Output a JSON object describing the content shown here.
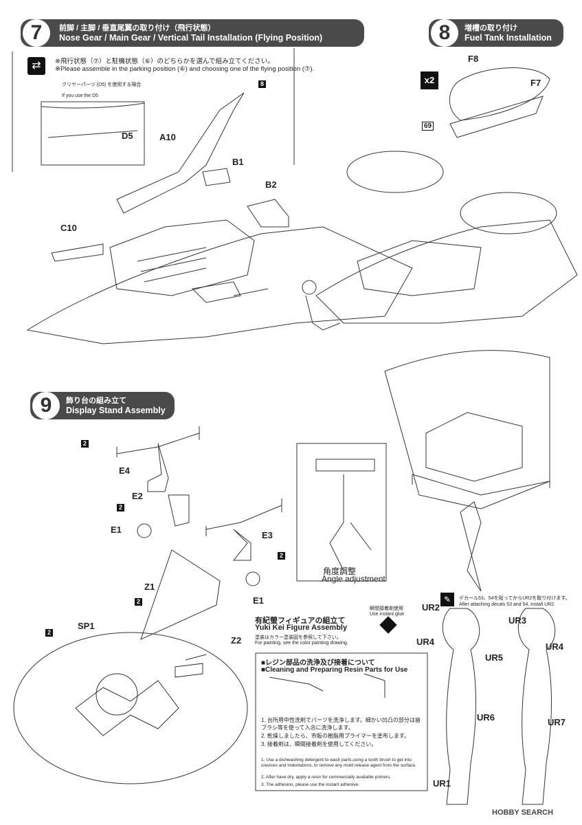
{
  "step7": {
    "number": "7",
    "title_jp": "前脚 / 主脚 / 垂直尾翼の取り付け（飛行状態）",
    "title_en": "Nose Gear / Main Gear / Vertical Tail Installation (Flying Position)",
    "note_jp": "※飛行状態（⑦）と駐機状態（⑥）のどちらかを選んで組み立てください。",
    "note_en": "※Please assemble in the parking position (⑥) and choosing one of the flying position (⑦).",
    "clear_note_jp": "クリヤーパーツ (D5) を使用する場合",
    "clear_note_en": "If you use the D5",
    "parts": {
      "d5": "D5",
      "a10": "A10",
      "b1": "B1",
      "b2": "B2",
      "c10": "C10",
      "decal8": "8"
    }
  },
  "step8": {
    "number": "8",
    "title_jp": "増槽の取り付け",
    "title_en": "Fuel Tank Installation",
    "multiplier": "x2",
    "parts": {
      "f8": "F8",
      "f7": "F7",
      "p69": "69"
    }
  },
  "step9": {
    "number": "9",
    "title_jp": "飾り台の組み立て",
    "title_en": "Display Stand Assembly",
    "parts": {
      "e4": "E4",
      "e2": "E2",
      "e1a": "E1",
      "e3": "E3",
      "e1b": "E1",
      "z1": "Z1",
      "sp1": "SP1",
      "z2": "Z2",
      "two": "2"
    },
    "angle_jp": "角度調整",
    "angle_en": "Angle adjustment"
  },
  "figure": {
    "title_jp": "有紀螢フィギュアの組立て",
    "title_en": "Yuki Kei Figure Assembly",
    "paint_jp": "塗装はカラー塗装図を参照して下さい。",
    "paint_en": "For painting, see the color painting drawing.",
    "glue_jp": "瞬間接着剤使用",
    "glue_en": "Use instant glue",
    "decal_jp": "デカール53、54を貼ってからUR2を取り付けます。",
    "decal_en": "After attaching decals 53 and 54, install UR2.",
    "parts": {
      "ur2": "UR2",
      "ur3": "UR3",
      "ur4a": "UR4",
      "ur4b": "UR4",
      "ur5": "UR5",
      "ur6": "UR6",
      "ur7": "UR7",
      "ur1": "UR1"
    }
  },
  "resin": {
    "title_jp": "■レジン部品の洗浄及び接着について",
    "title_en": "■Cleaning and Preparing Resin Parts for Use",
    "jp1": "1. 台所用中性洗剤でパーツを洗浄します。細かい凹凸の部分は歯ブラシ等を使って入念に洗浄します。",
    "jp2": "2. 乾燥しましたら、市販の樹脂用プライマーを塗布します。",
    "jp3": "3. 接着剤は、瞬間接着剤を使用してください。",
    "en1": "1. Use a dishwashing detergent to wash parts,using a tooth brush to get into crevices and indentations, to remove any mold release agent from the surface.",
    "en2": "2. After have dry, apply a resin for commercially available primers.",
    "en3": "3. The adhesion, please use the instant adhesive."
  },
  "watermark": "HOBBY SEARCH",
  "colors": {
    "header": "#4a4a4a",
    "line": "#333333"
  }
}
